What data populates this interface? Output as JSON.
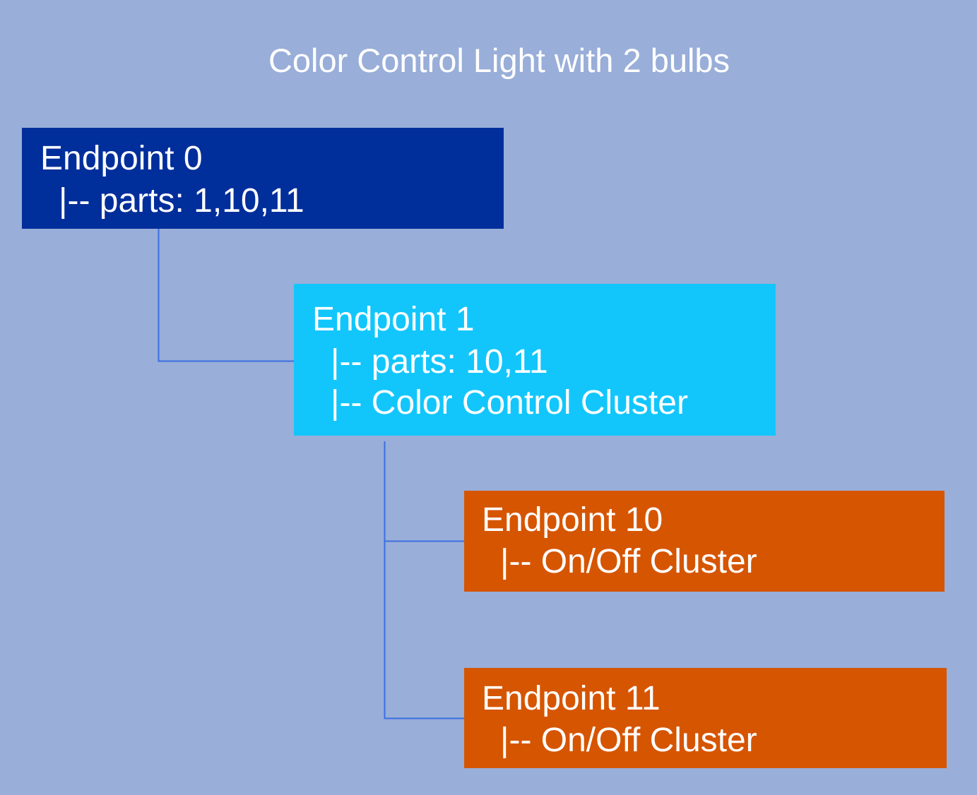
{
  "title": "Color Control Light with 2 bulbs",
  "colors": {
    "background": "#99AED8",
    "endpoint0": "#002E9B",
    "endpoint1": "#12C6FC",
    "endpoint_bulb": "#D65500",
    "connector": "#3B6FE0"
  },
  "nodes": [
    {
      "heading": "Endpoint 0",
      "lines": [
        "|-- parts: 1,10,11"
      ]
    },
    {
      "heading": "Endpoint 1",
      "lines": [
        "|-- parts: 10,11",
        "|-- Color Control Cluster"
      ]
    },
    {
      "heading": "Endpoint 10",
      "lines": [
        "|-- On/Off Cluster"
      ]
    },
    {
      "heading": "Endpoint 11",
      "lines": [
        "|-- On/Off Cluster"
      ]
    }
  ]
}
